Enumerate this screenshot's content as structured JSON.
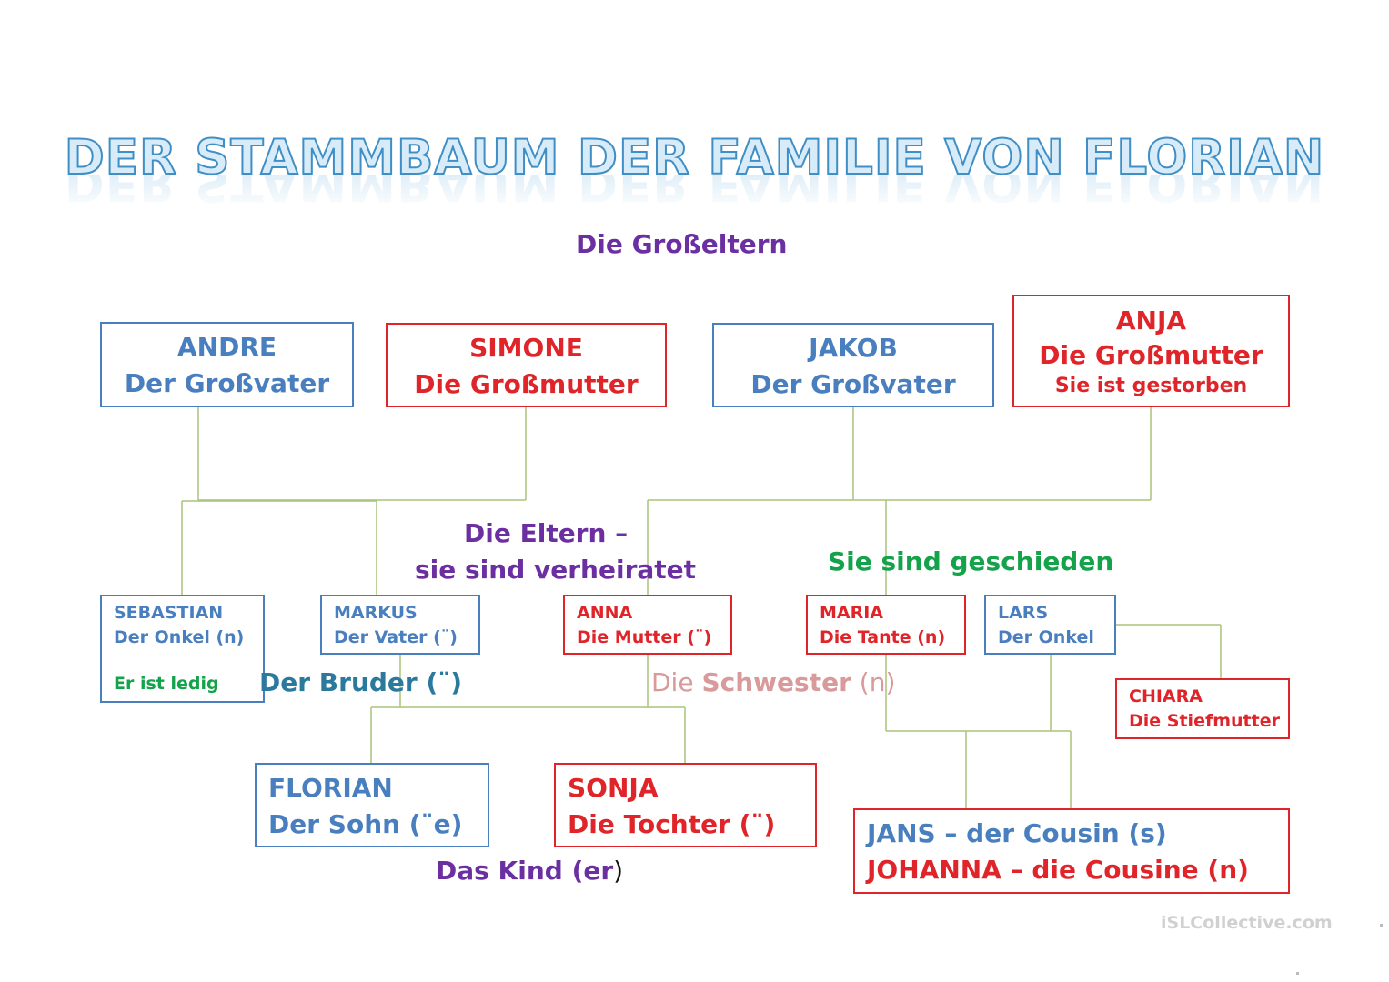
{
  "title": "DER STAMMBAUM DER FAMILIE VON FLORIAN",
  "labels": {
    "grandparents": "Die Großeltern",
    "parents_line1": "Die Eltern –",
    "parents_line2": "sie sind verheiratet",
    "divorced": "Sie sind geschieden",
    "brother": "Der Bruder (¨)",
    "sister_part1": "Die ",
    "sister_part2": "Schwester",
    "sister_part3": " (n)",
    "child_part1": "Das Kind (er",
    "child_part2": ")",
    "watermark": "iSLCollective.com"
  },
  "grandparents": {
    "andre": {
      "name": "ANDRE",
      "role": "Der Großvater"
    },
    "simone": {
      "name": "SIMONE",
      "role": "Die Großmutter"
    },
    "jakob": {
      "name": "JAKOB",
      "role": "Der Großvater"
    },
    "anja": {
      "name": "ANJA",
      "role": "Die Großmutter",
      "note": "Sie ist gestorben"
    }
  },
  "parents": {
    "sebastian": {
      "name": "SEBASTIAN",
      "role": "Der Onkel (n)",
      "note": "Er ist ledig"
    },
    "markus": {
      "name": "MARKUS",
      "role": "Der Vater (¨)"
    },
    "anna": {
      "name": "ANNA",
      "role": "Die Mutter (¨)"
    },
    "maria": {
      "name": "MARIA",
      "role": "Die Tante (n)"
    },
    "lars": {
      "name": "LARS",
      "role": "Der Onkel"
    },
    "chiara": {
      "name": "CHIARA",
      "role": "Die Stiefmutter"
    }
  },
  "children": {
    "florian": {
      "name": "FLORIAN",
      "role": "Der Sohn (¨e)"
    },
    "sonja": {
      "name": "SONJA",
      "role": "Die Tochter (¨)"
    },
    "cousins": {
      "line1": "JANS – der Cousin (s)",
      "line2": "JOHANNA – die Cousine (n)"
    }
  },
  "colors": {
    "blue": "#4a7fbf",
    "red": "#e0252a",
    "purple": "#6b2fa1",
    "green": "#14a24a",
    "line": "#a8c47a"
  }
}
